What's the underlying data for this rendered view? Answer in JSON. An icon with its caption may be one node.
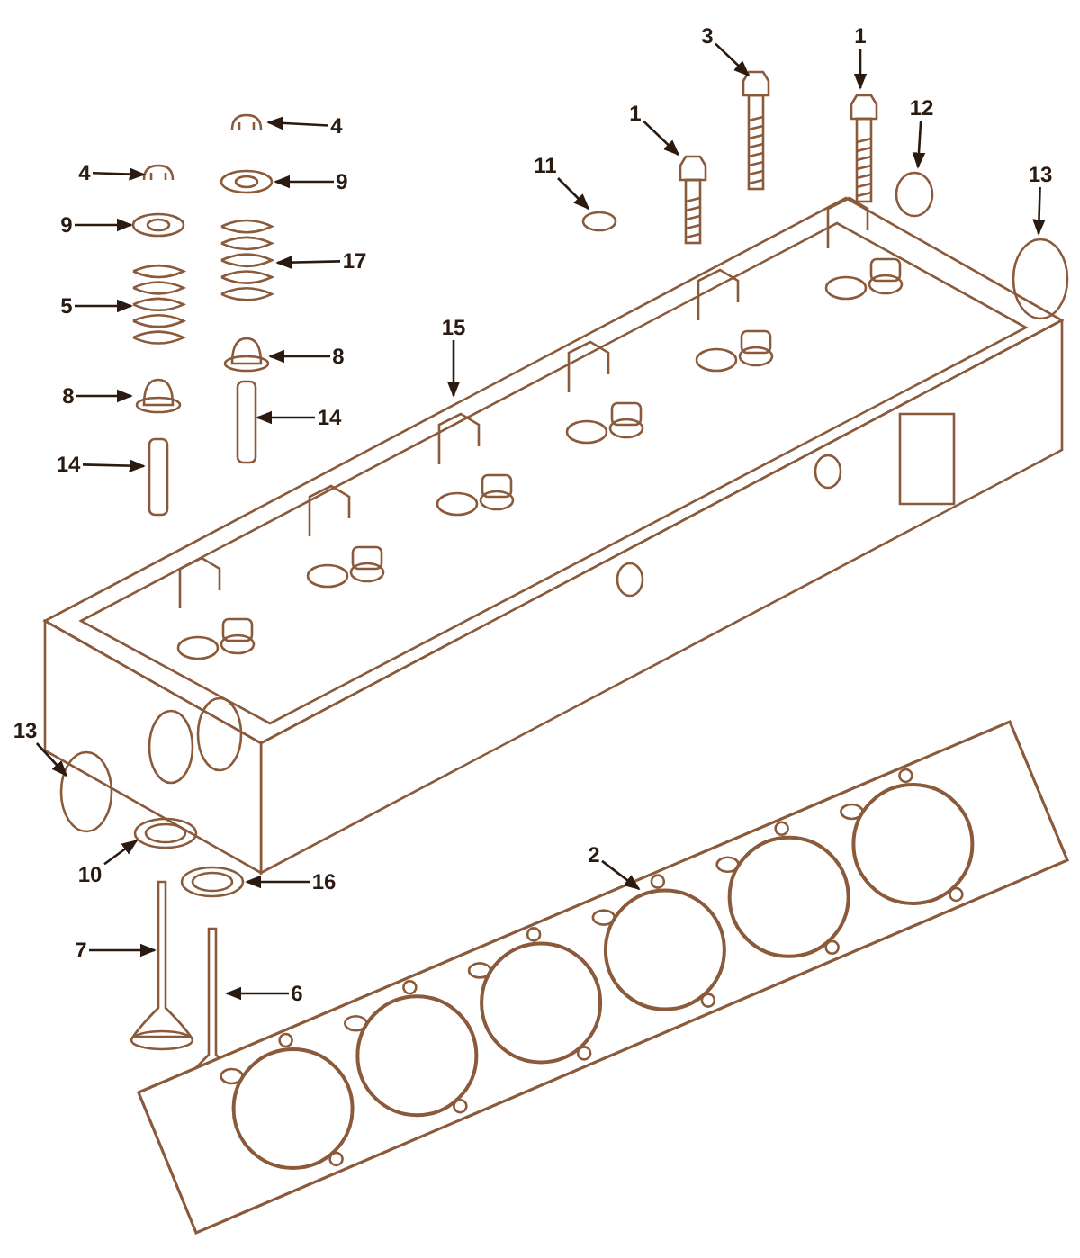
{
  "diagram": {
    "nodes": [
      {
        "text": [
          "3"
        ]
      },
      {
        "text": [
          "1"
        ]
      },
      {
        "text": [
          "4"
        ]
      },
      {
        "text": [
          "12"
        ]
      },
      {
        "text": [
          "1"
        ]
      },
      {
        "text": [
          "11"
        ]
      },
      {
        "text": [
          "4"
        ]
      },
      {
        "text": [
          "13"
        ]
      },
      {
        "text": [
          "9"
        ]
      },
      {
        "text": [
          "9"
        ]
      },
      {
        "text": [
          "17"
        ]
      },
      {
        "text": [
          "5"
        ]
      },
      {
        "text": [
          "15"
        ]
      },
      {
        "text": [
          "8"
        ]
      },
      {
        "text": [
          "8"
        ]
      },
      {
        "text": [
          "14"
        ]
      },
      {
        "text": [
          "14"
        ]
      },
      {
        "text": [
          "13"
        ]
      },
      {
        "text": [
          "2"
        ]
      },
      {
        "text": [
          "10"
        ]
      },
      {
        "text": [
          "16"
        ]
      },
      {
        "text": [
          "7"
        ]
      },
      {
        "text": [
          "6"
        ]
      }
    ],
    "edges": [
      {
        "from": 0,
        "to": null,
        "arrow": "to"
      },
      {
        "from": 1,
        "to": null,
        "arrow": "to"
      },
      {
        "from": 2,
        "to": null,
        "arrow": "to"
      },
      {
        "from": 3,
        "to": null,
        "arrow": "to"
      },
      {
        "from": 4,
        "to": null,
        "arrow": "to"
      },
      {
        "from": 5,
        "to": null,
        "arrow": "to"
      },
      {
        "from": 6,
        "to": null,
        "arrow": "to"
      },
      {
        "from": 7,
        "to": null,
        "arrow": "to"
      },
      {
        "from": 8,
        "to": null,
        "arrow": "to"
      },
      {
        "from": 9,
        "to": null,
        "arrow": "to"
      },
      {
        "from": 10,
        "to": null,
        "arrow": "to"
      },
      {
        "from": 11,
        "to": null,
        "arrow": "to"
      },
      {
        "from": 12,
        "to": null,
        "arrow": "to"
      },
      {
        "from": 13,
        "to": null,
        "arrow": "to"
      },
      {
        "from": 14,
        "to": null,
        "arrow": "to"
      },
      {
        "from": 15,
        "to": null,
        "arrow": "to"
      },
      {
        "from": 16,
        "to": null,
        "arrow": "to"
      },
      {
        "from": 17,
        "to": null,
        "arrow": "to"
      },
      {
        "from": 18,
        "to": null,
        "arrow": "to"
      },
      {
        "from": 19,
        "to": null,
        "arrow": "to"
      },
      {
        "from": 20,
        "to": null,
        "arrow": "to"
      },
      {
        "from": 21,
        "to": null,
        "arrow": "to"
      },
      {
        "from": 22,
        "to": null,
        "arrow": "to"
      }
    ]
  }
}
